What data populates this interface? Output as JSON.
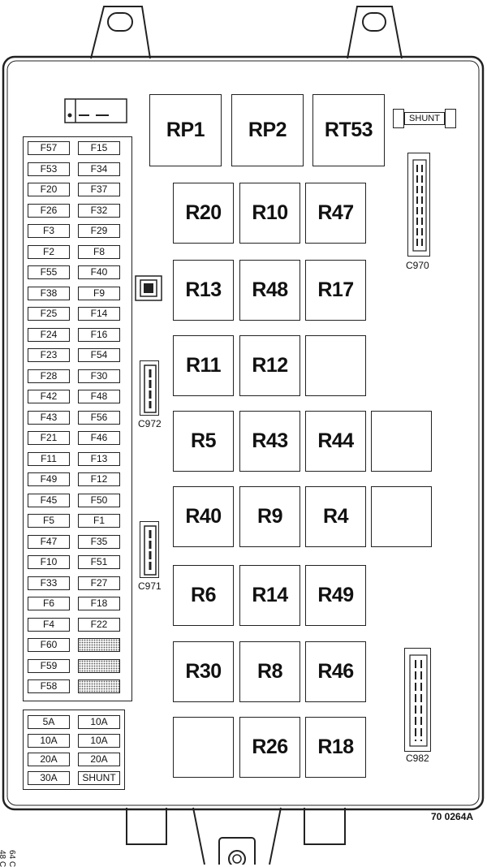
{
  "relays_top": [
    "RP1",
    "RP2",
    "RT53"
  ],
  "relay_grid": [
    [
      "R20",
      "R10",
      "R47",
      null
    ],
    [
      "R13",
      "R48",
      "R17",
      null
    ],
    [
      "R11",
      "R12",
      "",
      null
    ],
    [
      "R5",
      "R43",
      "R44",
      ""
    ],
    [
      "R40",
      "R9",
      "R4",
      ""
    ],
    [
      "R6",
      "R14",
      "R49",
      null
    ],
    [
      "R30",
      "R8",
      "R46",
      null
    ],
    [
      "",
      "R26",
      "R18",
      null
    ]
  ],
  "fuse_rows": [
    [
      "F57",
      "F15"
    ],
    [
      "F53",
      "F34"
    ],
    [
      "F20",
      "F37"
    ],
    [
      "F26",
      "F32"
    ],
    [
      "F3",
      "F29"
    ],
    [
      "F2",
      "F8"
    ],
    [
      "F55",
      "F40"
    ],
    [
      "F38",
      "F9"
    ],
    [
      "F25",
      "F14"
    ],
    [
      "F24",
      "F16"
    ],
    [
      "F23",
      "F54"
    ],
    [
      "F28",
      "F30"
    ],
    [
      "F42",
      "F48"
    ],
    [
      "F43",
      "F56"
    ],
    [
      "F21",
      "F46"
    ],
    [
      "F11",
      "F13"
    ],
    [
      "F49",
      "F12"
    ],
    [
      "F45",
      "F50"
    ],
    [
      "F5",
      "F1"
    ],
    [
      "F47",
      "F35"
    ],
    [
      "F10",
      "F51"
    ],
    [
      "F33",
      "F27"
    ],
    [
      "F6",
      "F18"
    ],
    [
      "F4",
      "F22"
    ],
    [
      "F60",
      ""
    ],
    [
      "F59",
      ""
    ],
    [
      "F58",
      ""
    ]
  ],
  "maxi_fuses": [
    [
      "5A",
      "10A"
    ],
    [
      "10A",
      "10A"
    ],
    [
      "20A",
      "20A"
    ],
    [
      "30A",
      "SHUNT"
    ]
  ],
  "connectors": {
    "c970": "C970",
    "c972": "C972",
    "c971": "C971",
    "c982": "C982"
  },
  "shunt_label": "SHUNT",
  "figure_ref": "70 0264A",
  "edge_text": [
    "64 C",
    "48 C"
  ]
}
